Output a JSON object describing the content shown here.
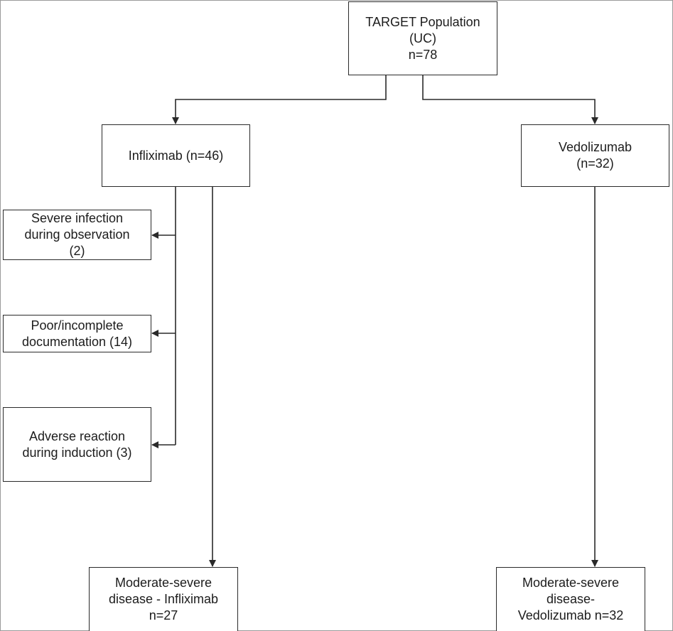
{
  "flowchart": {
    "nodes": {
      "target_population": "TARGET Population\n(UC)\nn=78",
      "infliximab": "Infliximab (n=46)",
      "vedolizumab": "Vedolizumab\n(n=32)",
      "exclusion_infection": "Severe infection\nduring observation\n(2)",
      "exclusion_documentation": "Poor/incomplete\ndocumentation (14)",
      "exclusion_adverse_reaction": "Adverse reaction\nduring induction (3)",
      "final_infliximab": "Moderate-severe\ndisease - Infliximab\nn=27",
      "final_vedolizumab": "Moderate-severe\ndisease-\nVedolizumab n=32"
    },
    "edges": [
      {
        "from": "target_population",
        "to": "infliximab"
      },
      {
        "from": "target_population",
        "to": "vedolizumab"
      },
      {
        "from": "infliximab",
        "to": "exclusion_infection"
      },
      {
        "from": "infliximab",
        "to": "exclusion_documentation"
      },
      {
        "from": "infliximab",
        "to": "exclusion_adverse_reaction"
      },
      {
        "from": "infliximab",
        "to": "final_infliximab"
      },
      {
        "from": "vedolizumab",
        "to": "final_vedolizumab"
      }
    ],
    "colors": {
      "line": "#2a2a2a",
      "box_border": "#2a2a2a",
      "background": "#ffffff"
    }
  }
}
